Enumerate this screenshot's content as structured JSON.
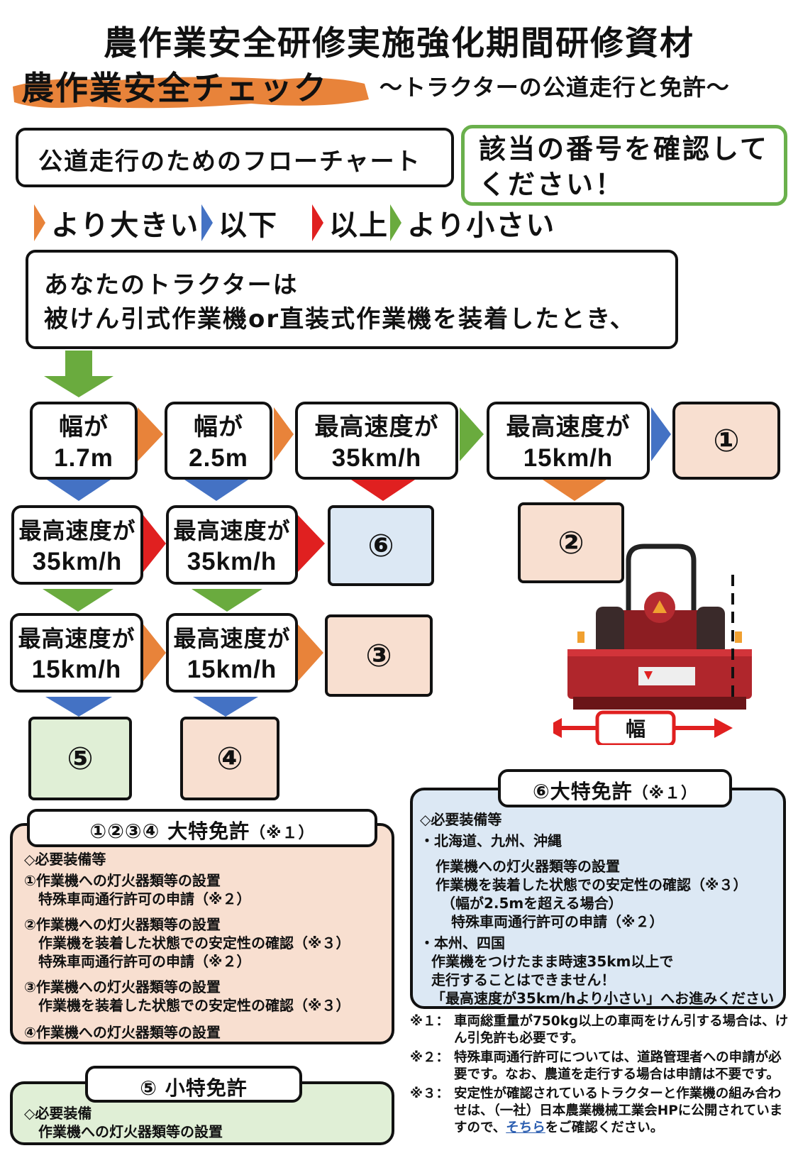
{
  "header": {
    "title": "農作業安全研修実施強化期間研修資材",
    "check_title": "農作業安全チェック",
    "subtitle": "～トラクターの公道走行と免許～"
  },
  "flow_title": "公道走行のためのフローチャート",
  "confirm_text": "該当の番号を確認してください！",
  "legend": [
    {
      "label": "より大きい",
      "color": "#e8833a"
    },
    {
      "label": "以下",
      "color": "#4472c4"
    },
    {
      "label": "以上",
      "color": "#e02020"
    },
    {
      "label": "より小さい",
      "color": "#6aab3e"
    }
  ],
  "intro": {
    "line1": "あなたのトラクターは",
    "line2": "被けん引式作業機or直装式作業機を装着したとき、"
  },
  "conditions": {
    "width17": {
      "l1": "幅が",
      "l2": "1.7m"
    },
    "width25": {
      "l1": "幅が",
      "l2": "2.5m"
    },
    "speed35_top": {
      "l1": "最高速度が",
      "l2": "35km/h"
    },
    "speed15_top": {
      "l1": "最高速度が",
      "l2": "15km/h"
    },
    "speed35_a": {
      "l1": "最高速度が",
      "l2": "35km/h"
    },
    "speed35_b": {
      "l1": "最高速度が",
      "l2": "35km/h"
    },
    "speed15_a": {
      "l1": "最高速度が",
      "l2": "15km/h"
    },
    "speed15_b": {
      "l1": "最高速度が",
      "l2": "15km/h"
    }
  },
  "results": {
    "r1": "①",
    "r2": "②",
    "r3": "③",
    "r4": "④",
    "r5": "⑤",
    "r6": "⑥"
  },
  "tractor": {
    "width_label": "幅"
  },
  "panel_1234": {
    "title": "①②③④ 大特免許",
    "title_note": "（※１）",
    "heading": "◇必要装備等",
    "lines": [
      "①作業機への灯火器類等の設置",
      "　特殊車両通行許可の申請（※２）",
      "②作業機への灯火器類等の設置",
      "　作業機を装着した状態での安定性の確認（※３）",
      "　特殊車両通行許可の申請（※２）",
      "③作業機への灯火器類等の設置",
      "　作業機を装着した状態での安定性の確認（※３）",
      "④作業機への灯火器類等の設置"
    ]
  },
  "panel_5": {
    "title": "⑤ 小特免許",
    "heading": "◇必要装備",
    "line": "作業機への灯火器類等の設置"
  },
  "panel_6": {
    "title": "⑥大特免許",
    "title_note": "（※１）",
    "heading": "◇必要装備等",
    "region1": "・北海道、九州、沖縄",
    "r1_lines": [
      "作業機への灯火器類等の設置",
      "作業機を装着した状態での安定性の確認（※３）",
      "（幅が2.5mを超える場合）",
      "特殊車両通行許可の申請（※２）"
    ],
    "region2": "・本州、四国",
    "r2_lines": [
      "作業機をつけたまま時速35km以上で",
      "走行することはできません！",
      "「最高速度が35km/hより小さい」へお進みください"
    ]
  },
  "notes": [
    {
      "key": "※１：",
      "text": "車両総重量が750kg以上の車両をけん引する場合は、けん引免許も必要です。"
    },
    {
      "key": "※２：",
      "text": "特殊車両通行許可については、道路管理者への申請が必要です。なお、農道を走行する場合は申請は不要です。"
    },
    {
      "key": "※３：",
      "text_before": "安定性が確認されているトラクターと作業機の組み合わせは、（一社）日本農業機械工業会HPに公開されていますので、",
      "link": "そちら",
      "text_after": "をご確認ください。"
    }
  ]
}
